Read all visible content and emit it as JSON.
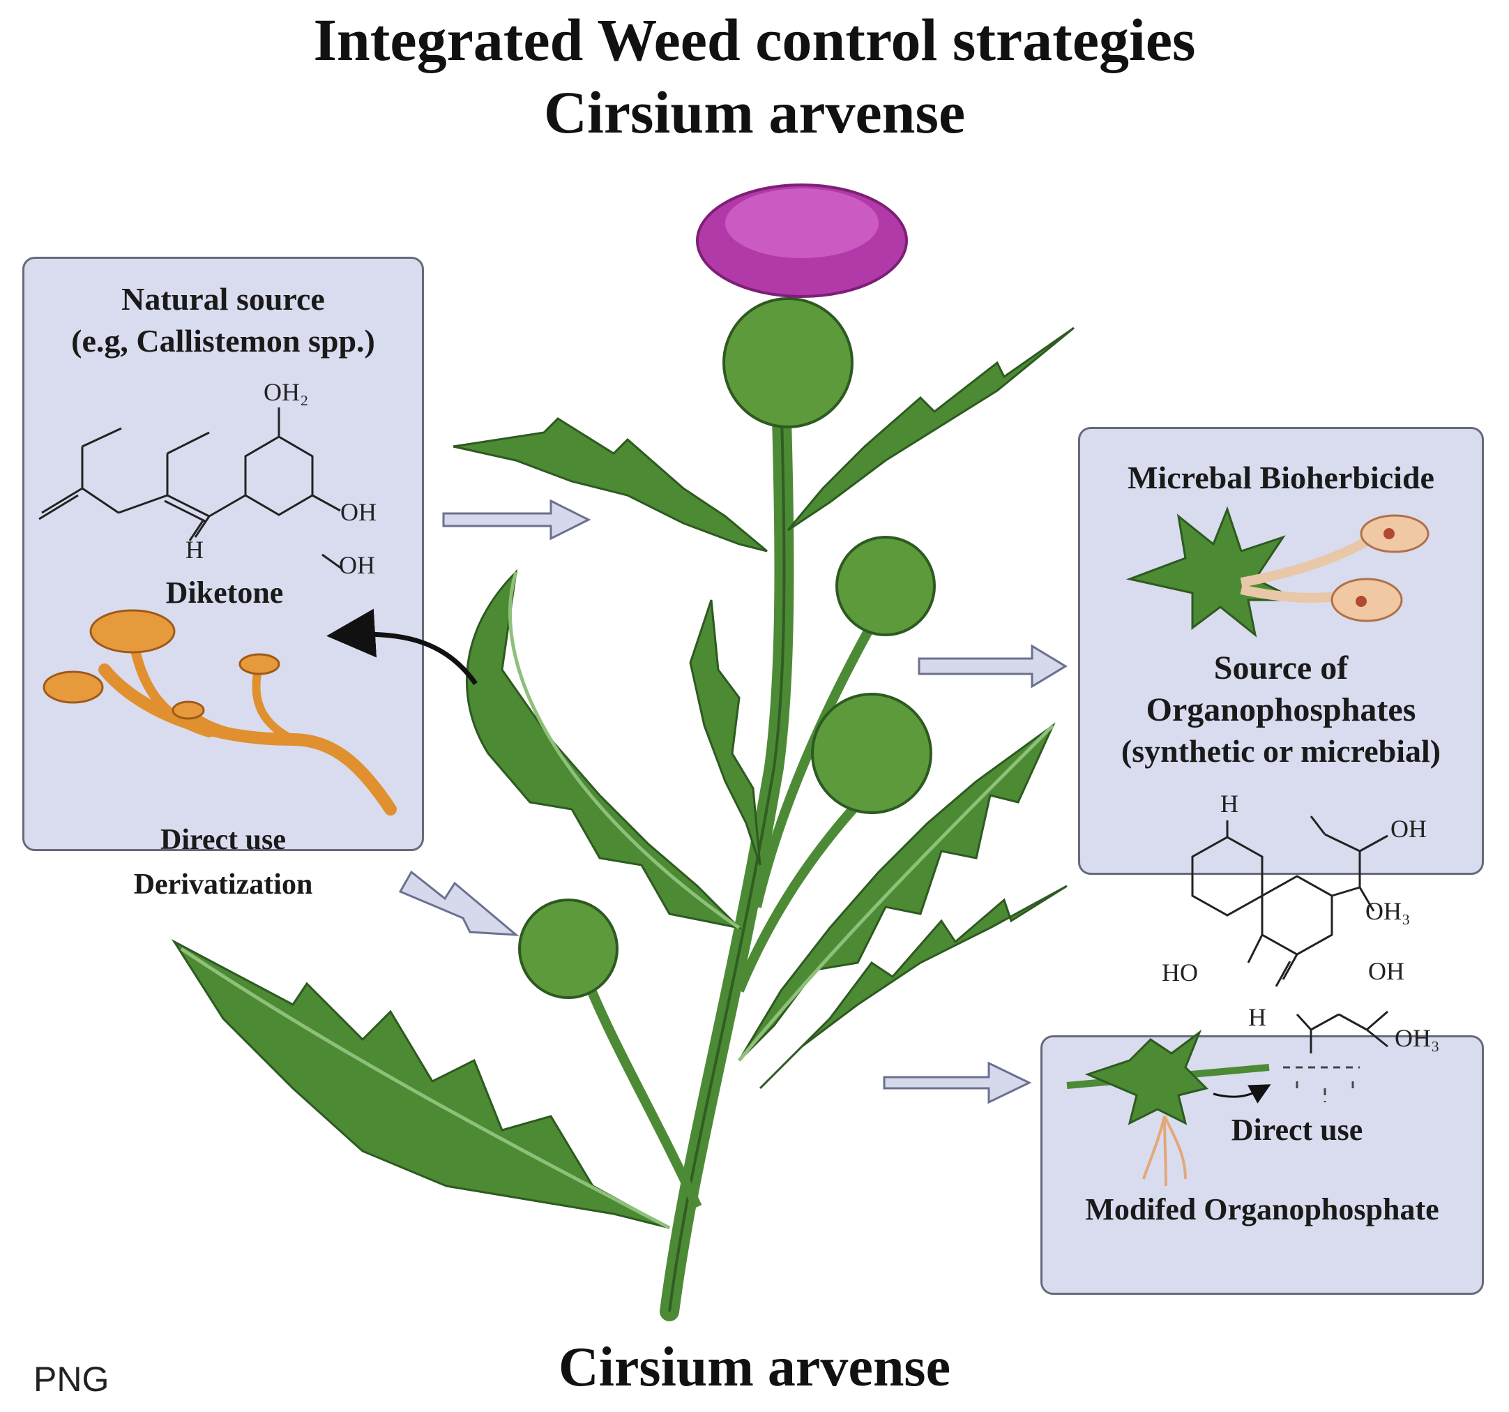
{
  "title": {
    "line1": "Integrated Weed control strategies",
    "line2": "Cirsium arvense"
  },
  "bottom_label": "Cirsium arvense",
  "watermark": "PNG",
  "left_panel": {
    "heading_line1": "Natural source",
    "heading_line2": "(e.g, Callistemon spp.)",
    "compound_name": "Diketone",
    "chem_labels": {
      "top": "OH₂",
      "oh1": "OH",
      "oh2": "OH",
      "h": "H"
    },
    "label_direct": "Direct use",
    "label_deriv": "Derivatization"
  },
  "right_top_panel": {
    "heading": "Micrebal Bioherbicide",
    "source_line1": "Source of",
    "source_line2": "Organophosphates",
    "source_line3": "(synthetic or micrebial)"
  },
  "right_chem": {
    "h_top": "H",
    "oh_top": "OH",
    "oh3_mid": "OH₃",
    "ho": "HO",
    "oh_low": "OH",
    "h_low": "H",
    "oh3_low": "OH₃"
  },
  "right_bottom_panel": {
    "label_direct": "Direct use",
    "label_modified": "Modifed Organophosphate"
  },
  "colors": {
    "panel_fill": "#d9dcee",
    "panel_border": "#666a7a",
    "arrow_fill": "#d6d9ec",
    "leaf_green": "#3f7a2b",
    "flower_purple": "#b23aa8",
    "mushroom_orange": "#e0902f"
  }
}
